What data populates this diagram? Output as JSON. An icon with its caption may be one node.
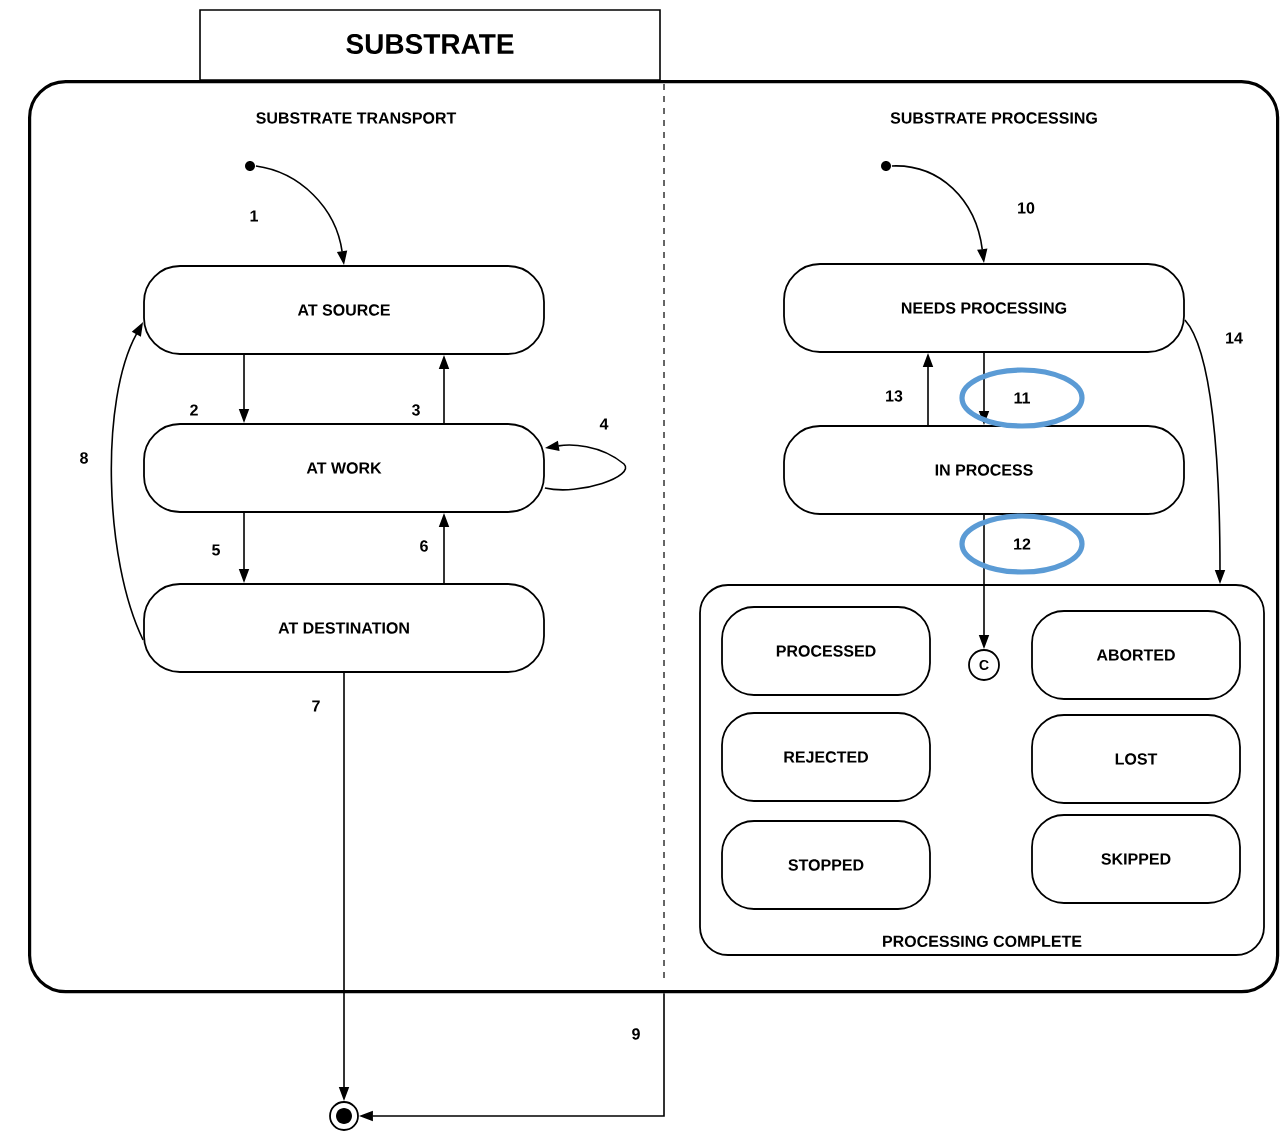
{
  "diagram": {
    "nodes": [
      {
        "text": [
          "SUBSTRATE"
        ]
      },
      {
        "text": [],
        "shape": "circle",
        "in": 0
      },
      {
        "text": [
          "AT SOURCE"
        ],
        "in": 0
      },
      {
        "text": [
          "AT WORK"
        ],
        "in": 0
      },
      {
        "text": [
          "AT DESTINATION"
        ],
        "in": 0
      },
      {
        "text": [],
        "shape": "circle",
        "in": 0
      },
      {
        "text": [
          "NEEDS PROCESSING"
        ],
        "in": 0
      },
      {
        "text": [
          "IN PROCESS"
        ],
        "in": 0
      },
      {
        "text": [
          "PROCESSING COMPLETE"
        ],
        "in": 0
      },
      {
        "text": [
          "PROCESSED"
        ],
        "in": 8
      },
      {
        "text": [
          "C"
        ],
        "in": 8
      },
      {
        "text": [
          "ABORTED"
        ],
        "in": 8
      },
      {
        "text": [
          "REJECTED"
        ],
        "in": 8
      },
      {
        "text": [
          "LOST"
        ],
        "in": 8
      },
      {
        "text": [
          "STOPPED"
        ],
        "in": 8
      },
      {
        "text": [
          "SKIPPED"
        ],
        "in": 8
      },
      {
        "text": [],
        "shape": "circle"
      }
    ],
    "edges": [
      {
        "from": 1,
        "to": 2,
        "arrow": "to",
        "label": "1"
      },
      {
        "from": 2,
        "to": 3,
        "arrow": "to",
        "label": "2"
      },
      {
        "from": 3,
        "to": 2,
        "arrow": "to",
        "label": "3"
      },
      {
        "from": 3,
        "to": 3,
        "arrow": "to",
        "label": "4"
      },
      {
        "from": 3,
        "to": 4,
        "arrow": "to",
        "label": "5"
      },
      {
        "from": 4,
        "to": 3,
        "arrow": "to",
        "label": "6"
      },
      {
        "from": 4,
        "to": 16,
        "arrow": "to",
        "label": "7"
      },
      {
        "from": 4,
        "to": 2,
        "arrow": "to",
        "label": "8"
      },
      {
        "from": 0,
        "to": 16,
        "arrow": "to",
        "label": "9"
      },
      {
        "from": 5,
        "to": 6,
        "arrow": "to",
        "label": "10"
      },
      {
        "from": 6,
        "to": 7,
        "arrow": "to",
        "label": "11"
      },
      {
        "from": 7,
        "to": 10,
        "arrow": "to",
        "label": "12"
      },
      {
        "from": 7,
        "to": 6,
        "arrow": "to",
        "label": "13"
      },
      {
        "from": 6,
        "to": 8,
        "arrow": "to",
        "label": "14"
      }
    ],
    "labels": [
      "SUBSTRATE TRANSPORT",
      "SUBSTRATE PROCESSING"
    ]
  }
}
